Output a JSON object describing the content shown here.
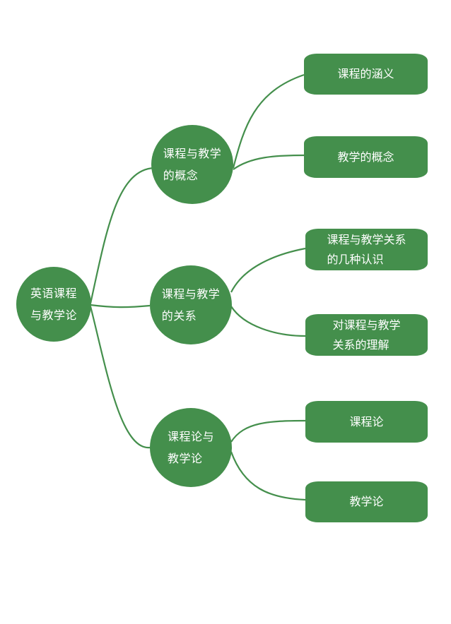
{
  "root": {
    "label": "英语课程\n与教学论"
  },
  "branches": [
    {
      "label": "课程与教学\n的概念",
      "leaves": [
        "课程的涵义",
        "教学的概念"
      ]
    },
    {
      "label": "课程与教学\n的关系",
      "leaves": [
        "课程与教学关系\n的几种认识",
        "对课程与教学\n关系的理解"
      ]
    },
    {
      "label": "课程论与\n教学论",
      "leaves": [
        "课程论",
        "教学论"
      ]
    }
  ],
  "colors": {
    "node_fill": "#448f4c",
    "edge": "#448f4c",
    "text": "#ffffff"
  }
}
